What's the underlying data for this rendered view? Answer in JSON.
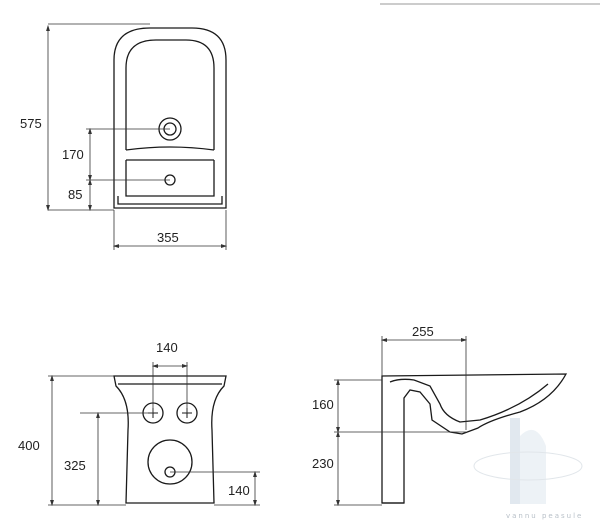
{
  "top_view": {
    "height_total": "575",
    "height_upper": "170",
    "height_lower": "85",
    "width": "355"
  },
  "front_view": {
    "height_total": "400",
    "height_holes": "325",
    "holes_spacing": "140",
    "bottom_hole": "140"
  },
  "side_view": {
    "depth": "255",
    "height_upper": "160",
    "height_lower": "230"
  },
  "watermark": {
    "text": "vannu peasule"
  },
  "colors": {
    "line": "#1a1a1a",
    "dim_line": "#333333",
    "watermark": "#b8c0c8"
  }
}
